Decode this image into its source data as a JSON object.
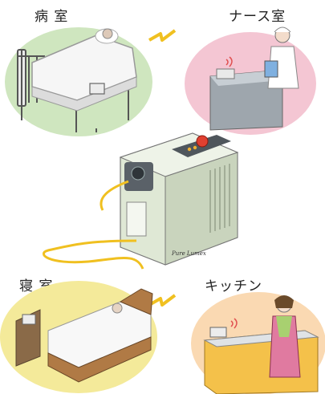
{
  "rooms": [
    {
      "id": "sickroom",
      "label": "病 室"
    },
    {
      "id": "nurse_station",
      "label": "ナース室"
    },
    {
      "id": "bedroom",
      "label": "寝 室"
    },
    {
      "id": "kitchen",
      "label": "キッチン"
    }
  ],
  "device": {
    "brand_text": "Pure Lumex"
  },
  "colors": {
    "sickroom_bg": "#cfe6bf",
    "nurse_bg": "#f4c6d3",
    "bedroom_bg": "#f4ea9a",
    "kitchen_bg": "#fad9b2",
    "lightning": "#f0c020",
    "device_body": "#dfe8d5",
    "device_dark": "#5a6168"
  }
}
